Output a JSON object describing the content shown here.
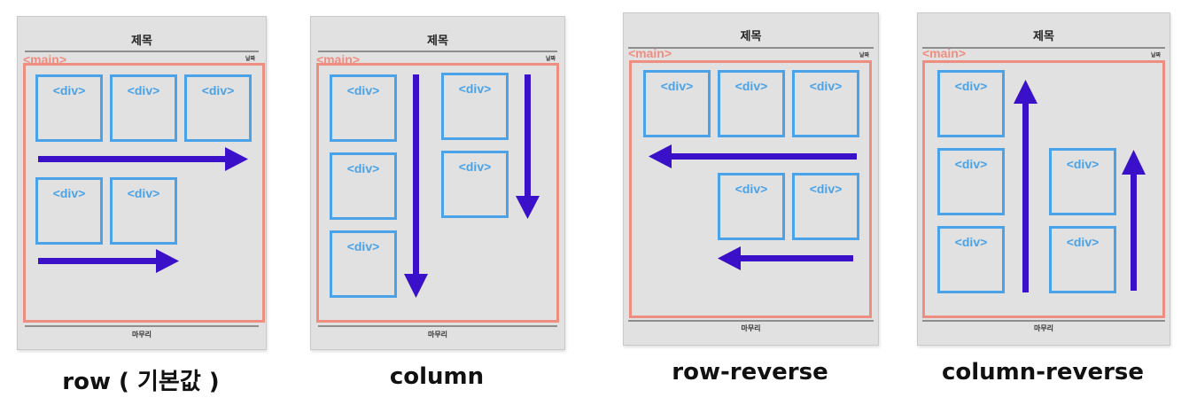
{
  "panels": [
    {
      "title": "제목",
      "main_tag": "<main>",
      "date_label": "날짜",
      "box_label": "<div>",
      "footer": "마무리",
      "caption": "row ( 기본값 )"
    },
    {
      "title": "제목",
      "main_tag": "<main>",
      "date_label": "날짜",
      "box_label": "<div>",
      "footer": "마무리",
      "caption": "column"
    },
    {
      "title": "제목",
      "main_tag": "<main>",
      "date_label": "날짜",
      "box_label": "<div>",
      "footer": "마무리",
      "caption": "row-reverse"
    },
    {
      "title": "제목",
      "main_tag": "<main>",
      "date_label": "날짜",
      "box_label": "<div>",
      "footer": "마무리",
      "caption": "column-reverse"
    }
  ],
  "colors": {
    "main_border": "#ee8e80",
    "div_border": "#4aa3e8",
    "arrow": "#3a10c8",
    "panel_bg": "#e2e1e2"
  }
}
